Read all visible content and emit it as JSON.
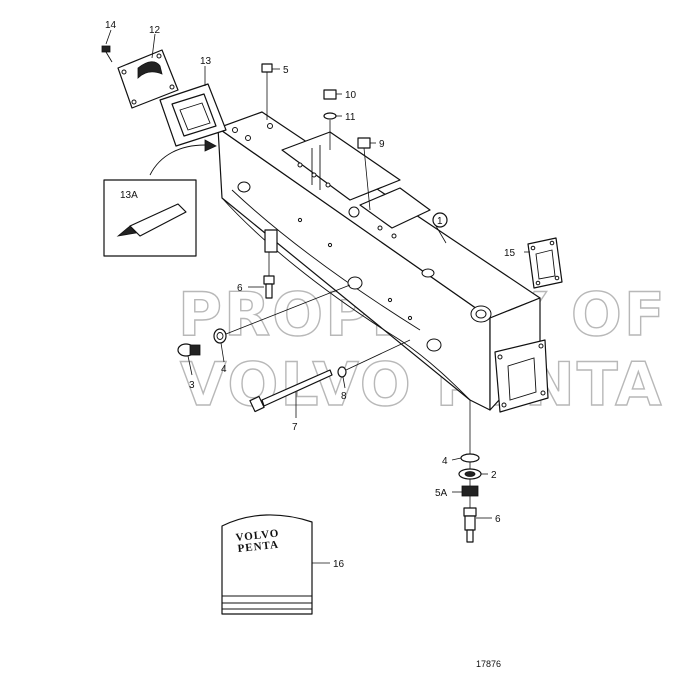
{
  "diagram": {
    "watermark": {
      "line1": "PROPERTY OF",
      "line2": "VOLVO PENTA"
    },
    "reference_number": "17876",
    "inset_label": "13A",
    "booklet_brand": {
      "line1": "VOLVO",
      "line2": "PENTA"
    },
    "callouts": [
      {
        "id": "14",
        "label": "14"
      },
      {
        "id": "12",
        "label": "12"
      },
      {
        "id": "13",
        "label": "13"
      },
      {
        "id": "5",
        "label": "5"
      },
      {
        "id": "10",
        "label": "10"
      },
      {
        "id": "11",
        "label": "11"
      },
      {
        "id": "9",
        "label": "9"
      },
      {
        "id": "1",
        "label": "1"
      },
      {
        "id": "15",
        "label": "15"
      },
      {
        "id": "6a",
        "label": "6"
      },
      {
        "id": "3",
        "label": "3"
      },
      {
        "id": "4a",
        "label": "4"
      },
      {
        "id": "8",
        "label": "8"
      },
      {
        "id": "7",
        "label": "7"
      },
      {
        "id": "4b",
        "label": "4"
      },
      {
        "id": "2",
        "label": "2"
      },
      {
        "id": "5A",
        "label": "5A"
      },
      {
        "id": "6b",
        "label": "6"
      },
      {
        "id": "16",
        "label": "16"
      }
    ]
  }
}
